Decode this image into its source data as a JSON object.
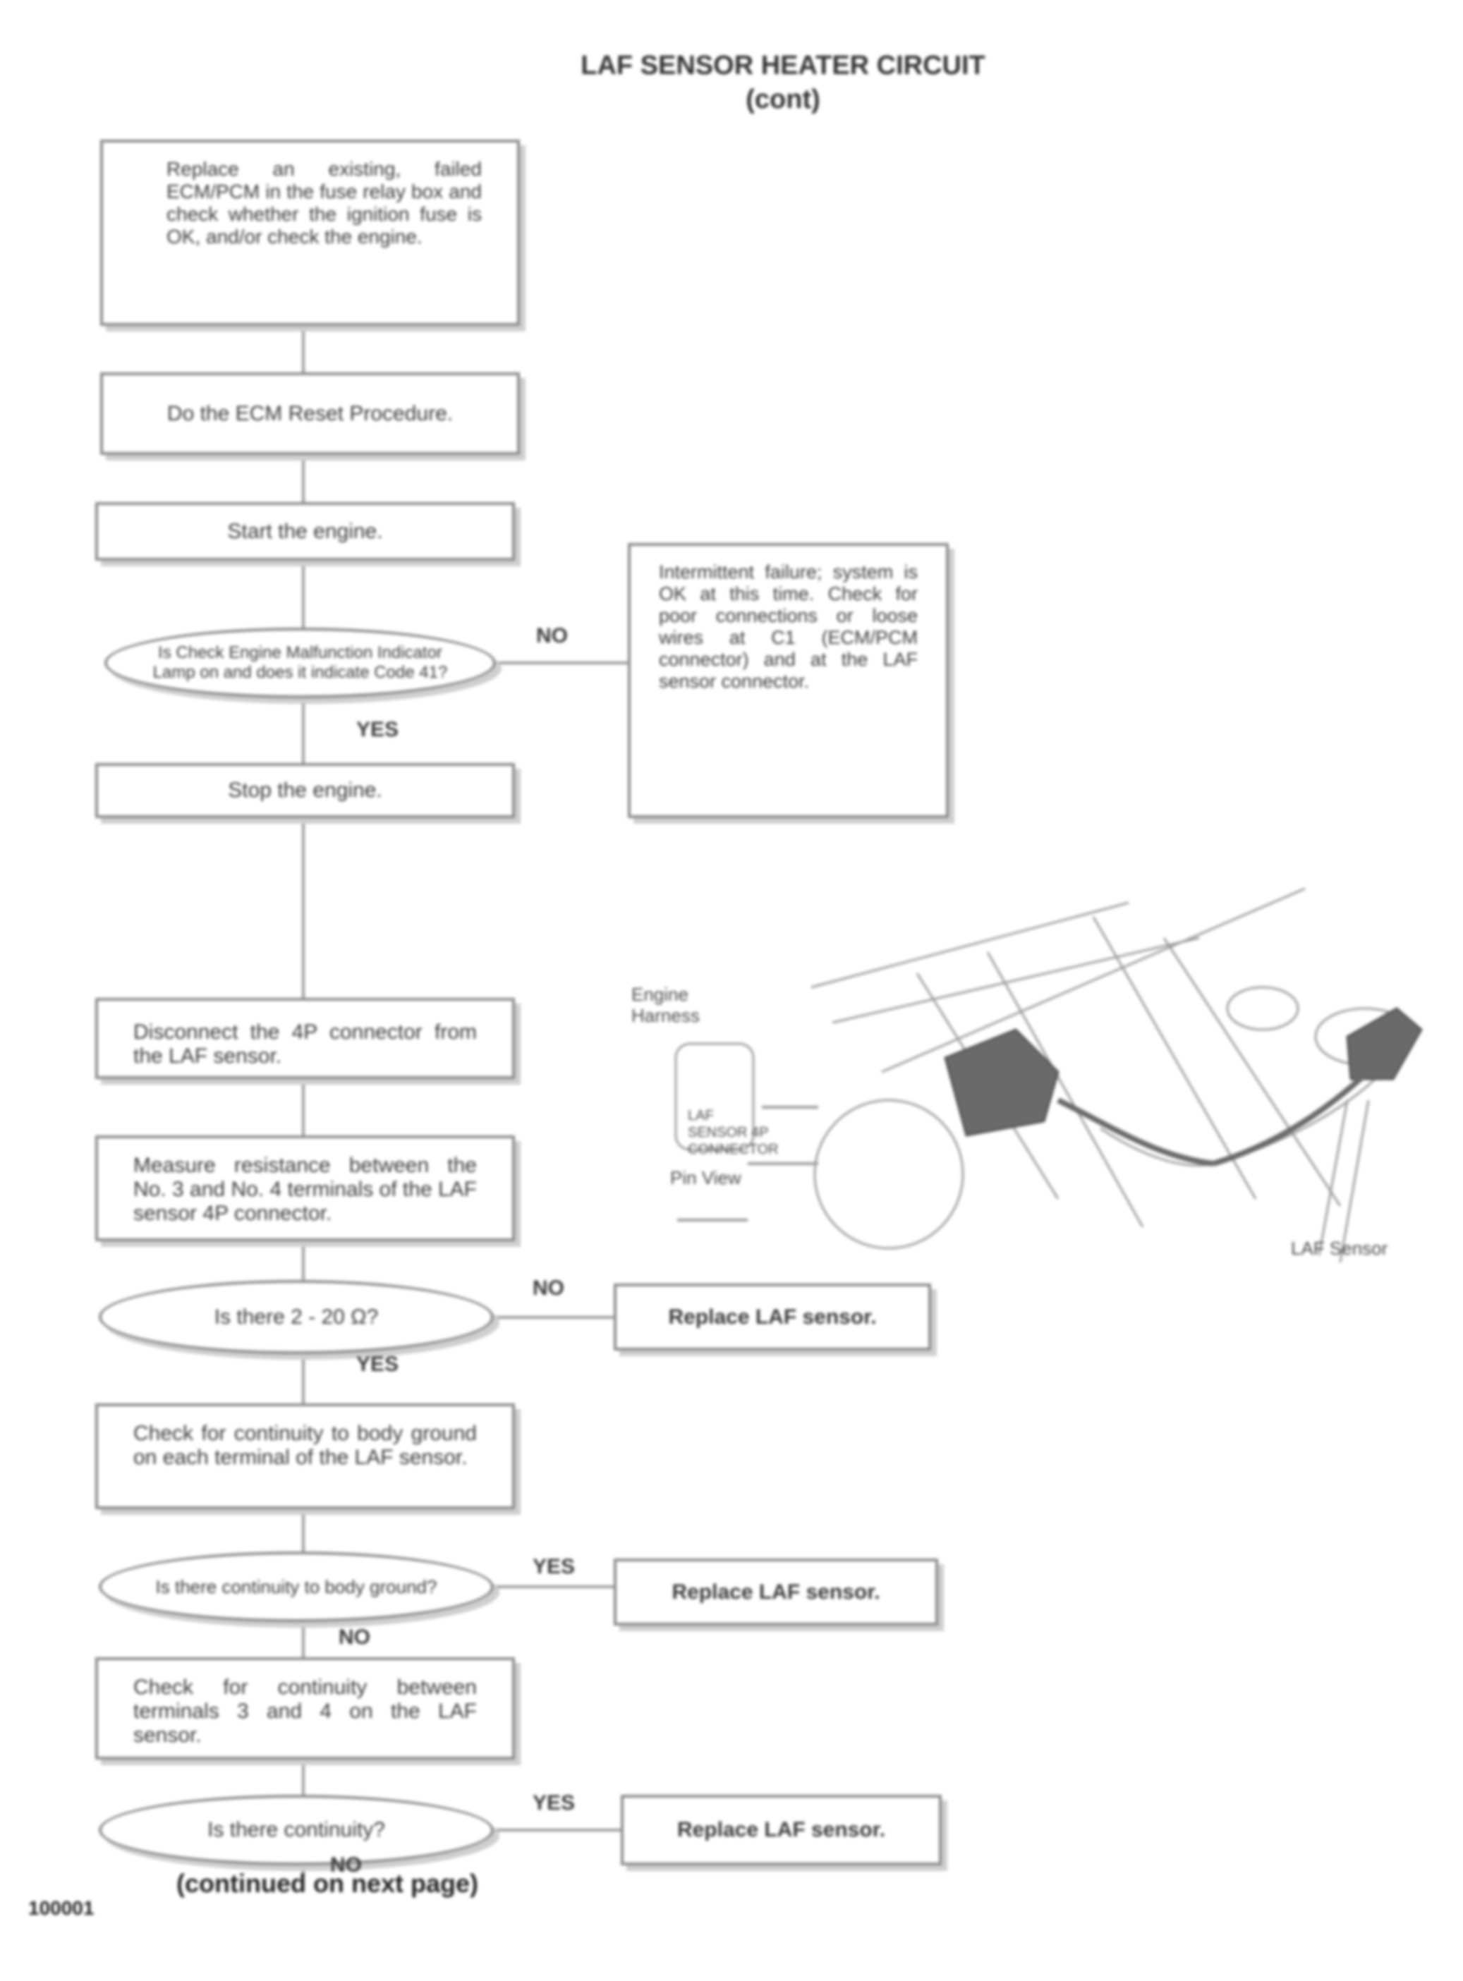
{
  "title": {
    "line1": "LAF SENSOR HEATER CIRCUIT",
    "line2": "(cont)"
  },
  "steps": {
    "s1": "Replace an existing, failed ECM/PCM in the fuse relay box and check whether the ignition fuse is OK, and/or check the engine.",
    "s2": "Do the ECM Reset Procedure.",
    "s3": "Start the engine.",
    "s4": "Is Check Engine Malfunction Indicator Lamp on and does it indicate Code 41?",
    "s5": "Stop the engine.",
    "s6": "Disconnect the 4P connector from the LAF sensor.",
    "s7": "Measure resistance between the No. 3 and No. 4 terminals of the LAF sensor 4P connector.",
    "s8": "Is there 2 - 20 Ω?",
    "s9": "Check for continuity to body ground on each terminal of the LAF sensor.",
    "s10": "Is there continuity to body ground?",
    "s11": "Check for continuity between terminals 3 and 4 on the LAF sensor.",
    "s12": "Is there continuity?",
    "note": "Intermittent failure; system is OK at this time. Check for poor connections or loose wires at C1 (ECM/PCM connector) and at the LAF sensor connector.",
    "r1": "Replace LAF sensor.",
    "r2": "Replace LAF sensor.",
    "r3": "Replace LAF sensor."
  },
  "branch_labels": {
    "no1": "NO",
    "yes1": "YES",
    "no2": "NO",
    "yes2": "YES",
    "yes3": "YES",
    "no3": "NO",
    "yes4": "YES",
    "no4": "NO"
  },
  "illustration": {
    "label_connector": "Engine Harness",
    "label_view": "LAF SENSOR 4P CONNECTOR",
    "label_pins": "Pin View",
    "label_sensor": "LAF Sensor"
  },
  "footer": {
    "continued": "(continued on next page)",
    "code": "100001"
  }
}
